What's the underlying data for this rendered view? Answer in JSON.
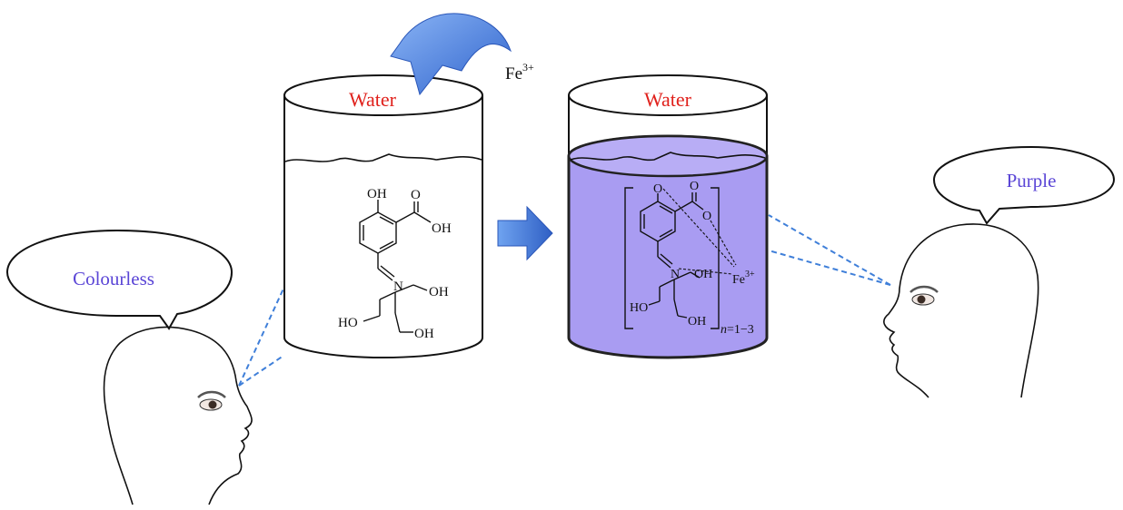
{
  "labels": {
    "left_beaker": "Water",
    "right_beaker": "Water",
    "fe_ion": "Fe",
    "fe_charge": "3+",
    "left_bubble": "Colourless",
    "right_bubble": "Purple"
  },
  "molecule": {
    "oh_top": "OH",
    "acid_o": "O",
    "acid_oh": "OH",
    "imine_n": "N",
    "ch2oh_a": "OH",
    "ch2oh_b": "HO",
    "ch2oh_c": "OH"
  },
  "complex": {
    "phenolate_o": "O",
    "carboxyl_o": "O",
    "carbonyl_o": "O",
    "imine_n": "N",
    "oh_a": "OH",
    "ho_b": "HO",
    "oh_c": "OH",
    "fe": "Fe",
    "fe_charge": "3+",
    "subscript_n": "n",
    "subscript_range": "=1−3"
  },
  "colors": {
    "solution_fill": "#a99cf2",
    "solution_edge": "#2a2a2a",
    "arrow_blue": "#3f73d9",
    "dashed_blue": "#3f7fd9",
    "label_red": "#e0201b",
    "label_purple": "#5a45d6"
  }
}
